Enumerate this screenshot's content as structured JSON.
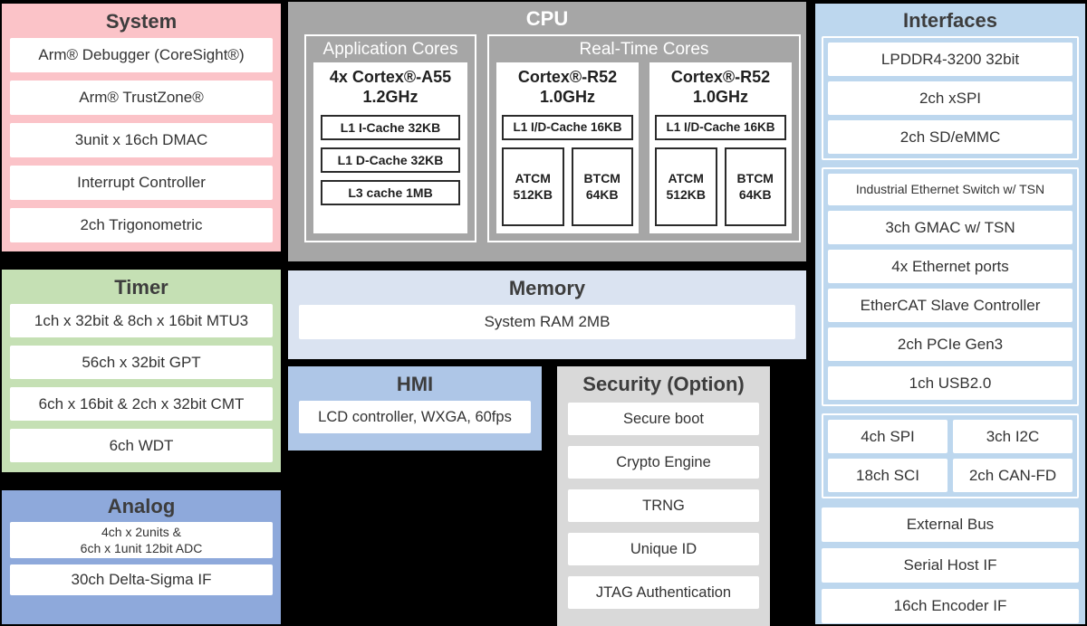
{
  "colors": {
    "background": "#000000",
    "system_fill": "#FBC3C8",
    "timer_fill": "#C5E0B4",
    "analog_fill": "#8EA9DB",
    "cpu_fill": "#A6A6A6",
    "memory_fill": "#DAE3F1",
    "hmi_fill": "#AEC6E7",
    "security_fill": "#D9D9D9",
    "interfaces_fill": "#BDD7EE"
  },
  "system": {
    "title": "System",
    "items": [
      "Arm® Debugger (CoreSight®)",
      "Arm® TrustZone®",
      "3unit x 16ch DMAC",
      "Interrupt Controller",
      "2ch Trigonometric"
    ]
  },
  "timer": {
    "title": "Timer",
    "items": [
      "1ch x 32bit & 8ch x 16bit MTU3",
      "56ch x 32bit GPT",
      "6ch x 16bit & 2ch x 32bit CMT",
      "6ch WDT"
    ]
  },
  "analog": {
    "title": "Analog",
    "items": [
      "4ch x 2units &\n6ch x 1unit 12bit ADC",
      "30ch Delta-Sigma IF"
    ]
  },
  "cpu": {
    "title": "CPU",
    "application_cores": {
      "label": "Application Cores",
      "core_name": "4x Cortex®-A55\n1.2GHz",
      "caches": [
        "L1 I-Cache 32KB",
        "L1 D-Cache 32KB",
        "L3 cache 1MB"
      ]
    },
    "realtime_cores": {
      "label": "Real-Time Cores",
      "cores": [
        {
          "name": "Cortex®-R52\n1.0GHz",
          "cache": "L1 I/D-Cache 16KB",
          "tcm": [
            "ATCM\n512KB",
            "BTCM\n64KB"
          ]
        },
        {
          "name": "Cortex®-R52\n1.0GHz",
          "cache": "L1 I/D-Cache 16KB",
          "tcm": [
            "ATCM\n512KB",
            "BTCM\n64KB"
          ]
        }
      ]
    }
  },
  "memory": {
    "title": "Memory",
    "items": [
      "System RAM 2MB"
    ]
  },
  "hmi": {
    "title": "HMI",
    "items": [
      "LCD controller, WXGA, 60fps"
    ]
  },
  "security": {
    "title": "Security (Option)",
    "items": [
      "Secure boot",
      "Crypto Engine",
      "TRNG",
      "Unique ID",
      "JTAG Authentication"
    ]
  },
  "interfaces": {
    "title": "Interfaces",
    "memory_group": [
      "LPDDR4-3200 32bit",
      "2ch xSPI",
      "2ch SD/eMMC"
    ],
    "network_group": [
      "Industrial Ethernet Switch w/ TSN",
      "3ch GMAC w/ TSN",
      "4x Ethernet ports",
      "EtherCAT Slave Controller",
      "2ch PCIe Gen3",
      "1ch USB2.0"
    ],
    "serial_group": [
      "4ch SPI",
      "3ch I2C",
      "18ch SCI",
      "2ch CAN-FD"
    ],
    "other_items": [
      "External Bus",
      "Serial Host IF",
      "16ch Encoder IF"
    ]
  }
}
